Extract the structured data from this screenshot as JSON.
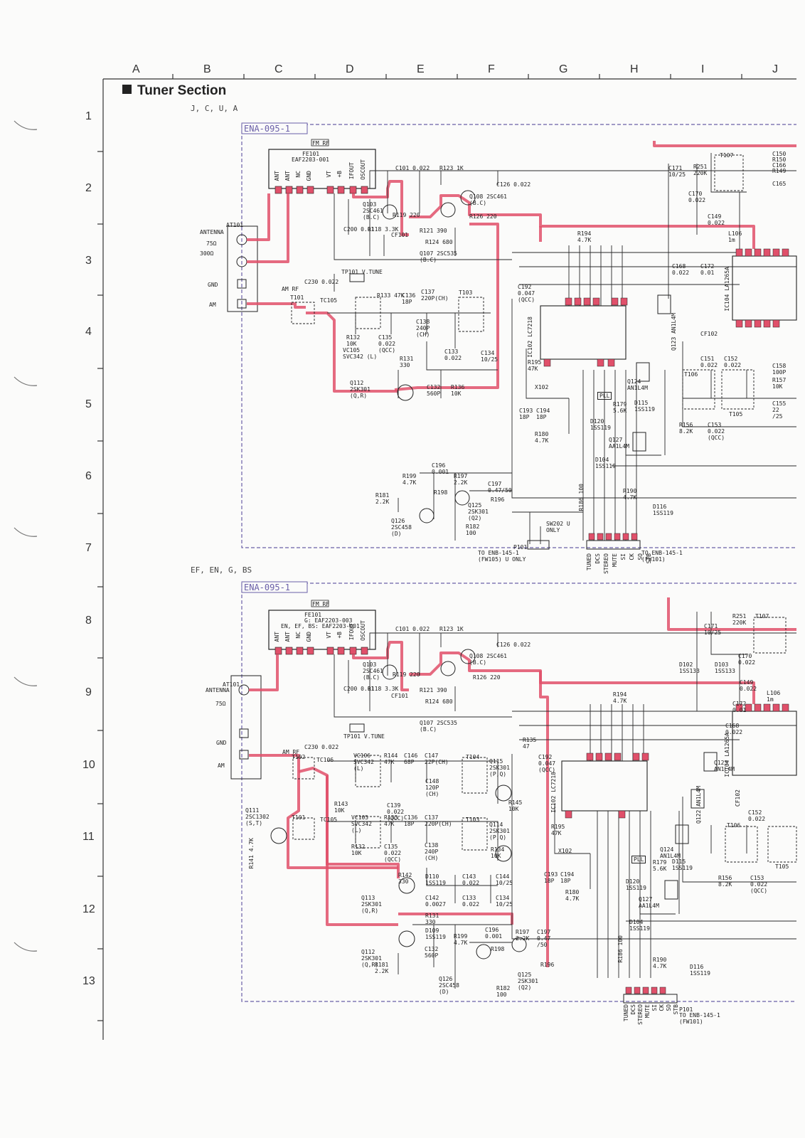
{
  "columns": [
    "A",
    "B",
    "C",
    "D",
    "E",
    "F",
    "G",
    "H",
    "I",
    "J"
  ],
  "rows": [
    "1",
    "2",
    "3",
    "4",
    "5",
    "6",
    "7",
    "8",
    "9",
    "10",
    "11",
    "12",
    "13"
  ],
  "section_title": "Tuner Section",
  "upper": {
    "region_label": "J, C, U, A",
    "board_label": "ENA-095-1",
    "fm_rf": "FM RF",
    "am_rf": "AM RF",
    "fe_label": "FE101",
    "fe_part": "EAF2203-001",
    "antenna_title": "AT101",
    "antenna": "ANTENNA",
    "ohm75": "75Ω",
    "ohm300": "300Ω",
    "gnd": "GND",
    "am": "AM",
    "fe_pins": [
      "ANT",
      "ANT",
      "NC",
      "GND",
      "VT",
      "+B",
      "IFOUT",
      "OSCOUT"
    ],
    "tp_label": "TP101 V.TUNE",
    "ic102_label": "IC102 LC7218",
    "ic104_label": "IC104 LA1265A",
    "pll": "PLL",
    "connector_left": "P101",
    "connector_left_note": "TO ENB-145-1 (FW105) U ONLY",
    "connector_right_note": "TO ENB-145-1 (FW101)",
    "sw_label": "SW202 U ONLY",
    "conn_pins": [
      "TUNED",
      "DCS",
      "STEREO",
      "MUTE",
      "SI",
      "CK",
      "SO",
      "STB"
    ],
    "parts": [
      "C101 0.022",
      "R123 1K",
      "C126 0.022",
      "Q103 2SC461 (B.C)",
      "Q108 2SC461 (B.C)",
      "R119 220",
      "R118 3.3K",
      "CF101",
      "R121 390",
      "R124 680",
      "Q107 2SC535 (B.C)",
      "R126 220",
      "C200 0.01",
      "C230 0.022",
      "T101",
      "TC105",
      "R133 47K",
      "C136 18P",
      "C137 220P(CH)",
      "T103",
      "R132 10K",
      "C135 0.022 (QCC)",
      "C138 240P (CH)",
      "VC105 SVC342 (L)",
      "R131 330",
      "C133 0.022",
      "C134 10/25",
      "Q112 2SK301 (Q,R)",
      "C132 560P",
      "R136 10K",
      "R194 4.7K",
      "C192 0.047 (QCC)",
      "R195 47K",
      "X102",
      "C193 18P",
      "C194 18P",
      "R179 5.6K",
      "D115 1SS119",
      "D120 1SS119",
      "R180 4.7K",
      "Q127 AA1L4M",
      "D104 1SS119",
      "Q123 AN1L4M",
      "Q124 AN1L4M",
      "C171 10/25",
      "R251 220K",
      "T107",
      "C170 0.022",
      "C149 0.022",
      "L106 1m",
      "C168 0.022",
      "C172 0.01",
      "CF102",
      "C151 0.022",
      "C152 0.022",
      "C150",
      "R150",
      "C166",
      "R149",
      "C165",
      "C158 100P",
      "R157 10K",
      "C155 22 /25",
      "T106",
      "T105",
      "R156 8.2K",
      "C153 0.022 (QCC)",
      "C196 0.001",
      "R199 4.7K",
      "R197 2.2K",
      "C197 0.47/50",
      "R198",
      "R196",
      "R181 2.2K",
      "Q125 2SK301 (Q2)",
      "Q126 2SC458 (D)",
      "R182 100",
      "R186 100",
      "R190 4.7K",
      "D116 1SS119"
    ]
  },
  "lower": {
    "region_label": "EF, EN, G, BS",
    "board_label": "ENA-095-1",
    "fm_rf": "FM RF",
    "am_rf": "AM RF",
    "fe_label": "FE101",
    "fe_part1": "G: EAF2203-003",
    "fe_part2": "EN, EF, BS: EAF2203-001",
    "antenna_title": "AT101",
    "antenna": "ANTENNA",
    "ohm75": "75Ω",
    "gnd": "GND",
    "am": "AM",
    "fe_pins": [
      "ANT",
      "ANT",
      "NC",
      "GND",
      "VT",
      "+B",
      "IFOUT",
      "OSCOUT"
    ],
    "tp_label": "TP101 V.TUNE",
    "ic102_label": "IC102 LC7218",
    "ic104_label": "IC104 LA1265A",
    "pll": "PLL",
    "connector_right": "P101",
    "connector_right_note": "TO ENB-145-1 (FW101)",
    "conn_pins": [
      "TUNED",
      "DCS",
      "STEREO",
      "MUTE",
      "SI",
      "CK",
      "SO",
      "STB"
    ],
    "parts": [
      "C101 0.022",
      "R123 1K",
      "C126 0.022",
      "Q103 2SC461 (B.C)",
      "Q108 2SC461 (B.C)",
      "R119 220",
      "R118 3.3K",
      "CF101",
      "R121 390",
      "R124 680",
      "Q107 2SC535 (B.C)",
      "R126 220",
      "C200 0.01",
      "C230 0.022",
      "T102",
      "TC106",
      "T101",
      "TC105",
      "Q111 2SC1302 (S,T)",
      "R141 4.7K",
      "VC106 SVC342 (L)",
      "R144 47K",
      "C146 68P",
      "C147 22P(CH)",
      "T104",
      "Q115 2SK301 (P,Q)",
      "C148 120P (CH)",
      "R145 10K",
      "C139 0.022 (QCC)",
      "R143 10K",
      "VC105 SVC342 (L)",
      "R133 47K",
      "C136 18P",
      "C137 220P(CH)",
      "T103",
      "Q114 2SK301 (P,Q)",
      "R132 10K",
      "C135 0.022 (QCC)",
      "C138 240P (CH)",
      "R134 10K",
      "R142 330",
      "D110 1SS119",
      "C143 0.022",
      "C144 10/25",
      "Q113 2SK301 (Q,R)",
      "C142 0.0027",
      "C133 0.022",
      "C134 10/25",
      "R131 330",
      "D109 1SS119",
      "Q112 2SK301 (Q,R)",
      "C132 560P",
      "R181 2.2K",
      "C196 0.001",
      "R199 4.7K",
      "R197 2.2K",
      "C197 0.47 /50",
      "R198",
      "R196",
      "Q126 2SC458 (D)",
      "Q125 2SK301 (Q2)",
      "R182 100",
      "R135 47",
      "C192 0.047 (QCC)",
      "R195 47K",
      "X102",
      "C193 18P",
      "C194 18P",
      "R179 5.6K",
      "D115 1SS119",
      "D120 1SS119",
      "R180 4.7K",
      "Q127 AA1L4M",
      "D104 1SS119",
      "Q123 AN1L4M",
      "Q122 AN1L4M",
      "Q124 AN1L4M",
      "C171 10/25",
      "R251 220K",
      "T107",
      "C170 0.022",
      "D102 1SS133",
      "D103 1SS133",
      "C149 0.022",
      "L106 1m",
      "C172 0.01",
      "C168 0.022",
      "CF102",
      "C152 0.022",
      "T106",
      "T105",
      "R156 8.2K",
      "C153 0.022 (QCC)",
      "R186 100",
      "R190 4.7K",
      "D116 1SS119",
      "R194 4.7K"
    ]
  },
  "colors": {
    "signal": "#e0506a",
    "signal_fill": "#f2a3b1",
    "board_border": "#6a5fa8",
    "wire": "#2a2a2a",
    "paper": "#fbfbfa"
  }
}
